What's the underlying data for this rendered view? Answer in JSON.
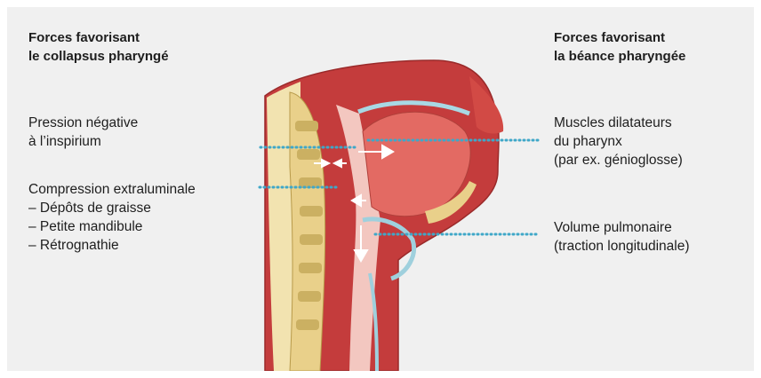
{
  "left_heading": "Forces favorisant\nle collapsus pharyngé",
  "right_heading": "Forces favorisant\nla béance pharyngée",
  "left_labels": {
    "negative_pressure": "Pression négative\nà l’inspirium",
    "extraluminal_compression": "Compression extraluminale\n– Dépôts de graisse\n– Petite mandibule\n– Rétrognathie"
  },
  "right_labels": {
    "dilator_muscles": "Muscles dilatateurs\ndu pharynx\n(par ex. génioglosse)",
    "lung_volume": "Volume pulmonaire\n(traction longitudinale)"
  },
  "colors": {
    "panel_bg": "#f0f0f0",
    "leader_dots": "#3fa7c8",
    "tissue": "#c43c3c",
    "bone": "#e9d08a",
    "airway": "#f3c7c0",
    "arrow": "#ffffff"
  }
}
